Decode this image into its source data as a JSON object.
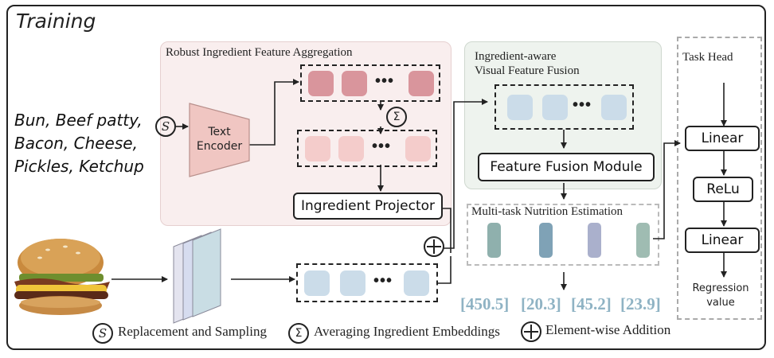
{
  "title": "Training",
  "ingredients": [
    "Bun, Beef patty,",
    "Bacon, Cheese,",
    "Pickles, Ketchup"
  ],
  "panels": {
    "robust_title": "Robust Ingredient Feature Aggregation",
    "fusion_title_line1": "Ingredient-aware",
    "fusion_title_line2": "Visual Feature Fusion",
    "multitask_title": "Multi-task Nutrition Estimation",
    "task_head_title": "Task Head"
  },
  "blocks": {
    "text_encoder_line1": "Text",
    "text_encoder_line2": "Encoder",
    "ingredient_projector": "Ingredient Projector",
    "feature_fusion": "Feature Fusion Module",
    "linear1": "Linear",
    "relu": "ReLu",
    "linear2": "Linear",
    "regression_line1": "Regression",
    "regression_line2": "value"
  },
  "nutrition_values": [
    "[450.5]",
    "[20.3]",
    "[45.2]",
    "[23.9]"
  ],
  "ellipsis": "•••",
  "legend": {
    "sampling_symbol": "S",
    "sampling_label": "Replacement and Sampling",
    "averaging_symbol": "Σ",
    "averaging_label": "Averaging Ingredient Embeddings",
    "addition_label": "Element-wise Addition"
  },
  "colors": {
    "pink_dark": "#d9959c",
    "pink_light": "#f4cccb",
    "blue_cell": "#cbdce9",
    "encoder_fill": "#f0c6c2",
    "pill_teal": "#8fb0ad",
    "pill_blue": "#7fa2b6",
    "pill_lavender": "#aab0cc",
    "pill_sage": "#9fbcb2",
    "value_color": "#8fb3c4"
  }
}
